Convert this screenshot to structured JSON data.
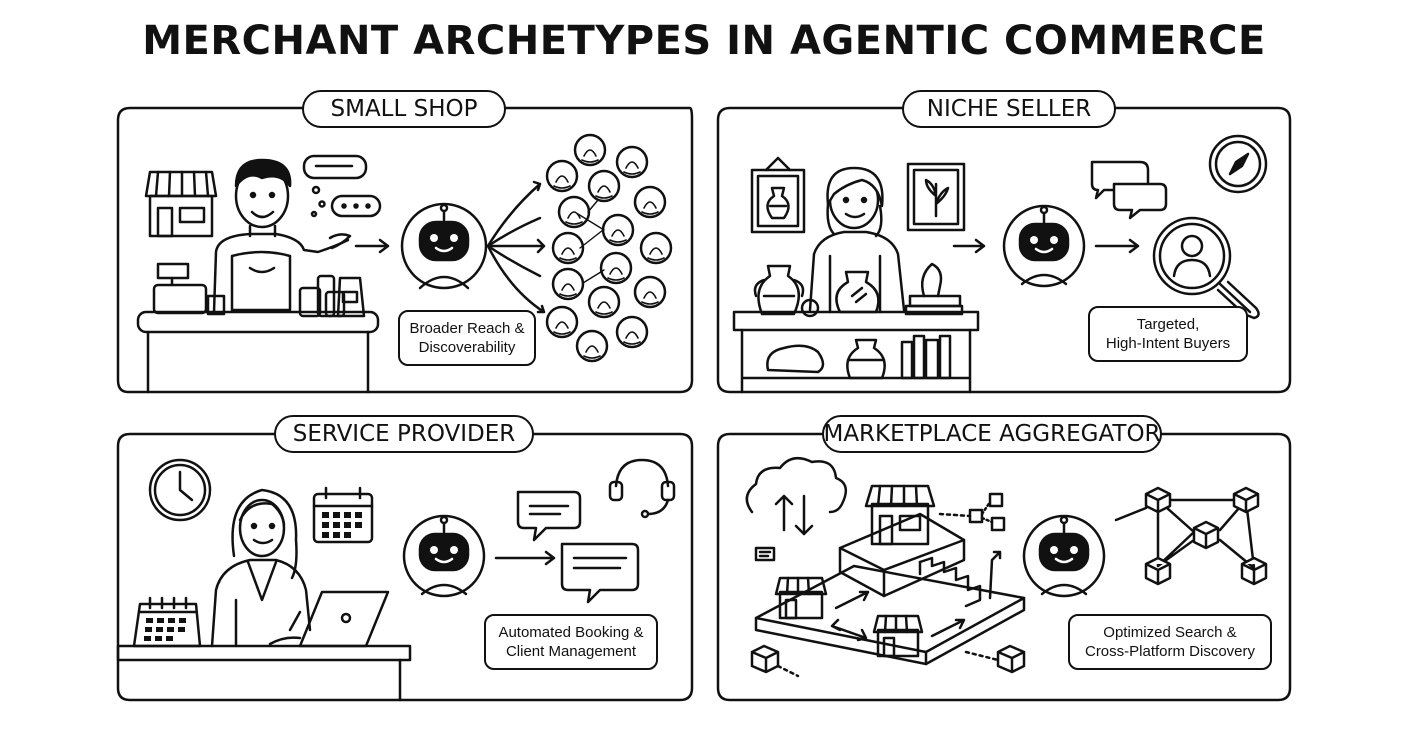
{
  "title": "MERCHANT ARCHETYPES IN AGENTIC COMMERCE",
  "panels": [
    {
      "label": "SMALL SHOP",
      "callout": [
        "Broader Reach &",
        "Discoverability"
      ]
    },
    {
      "label": "NICHE SELLER",
      "callout": [
        "Targeted,",
        "High-Intent Buyers"
      ]
    },
    {
      "label": "SERVICE PROVIDER",
      "callout": [
        "Automated Booking &",
        "Client Management"
      ]
    },
    {
      "label": "MARKETPLACE AGGREGATOR",
      "callout": [
        "Optimized Search &",
        "Cross-Platform Discovery"
      ]
    }
  ],
  "colors": {
    "ink": "#111111",
    "background": "#ffffff"
  },
  "icons": [
    "storefront-icon",
    "shopkeeper-icon",
    "chat-bubble-icon",
    "robot-agent-icon",
    "customer-avatar-icon",
    "framed-vase-icon",
    "framed-plant-icon",
    "compass-icon",
    "magnifier-user-icon",
    "clock-icon",
    "calendar-icon",
    "headset-icon",
    "laptop-icon",
    "cloud-sync-icon",
    "cube-network-icon",
    "package-icon"
  ]
}
